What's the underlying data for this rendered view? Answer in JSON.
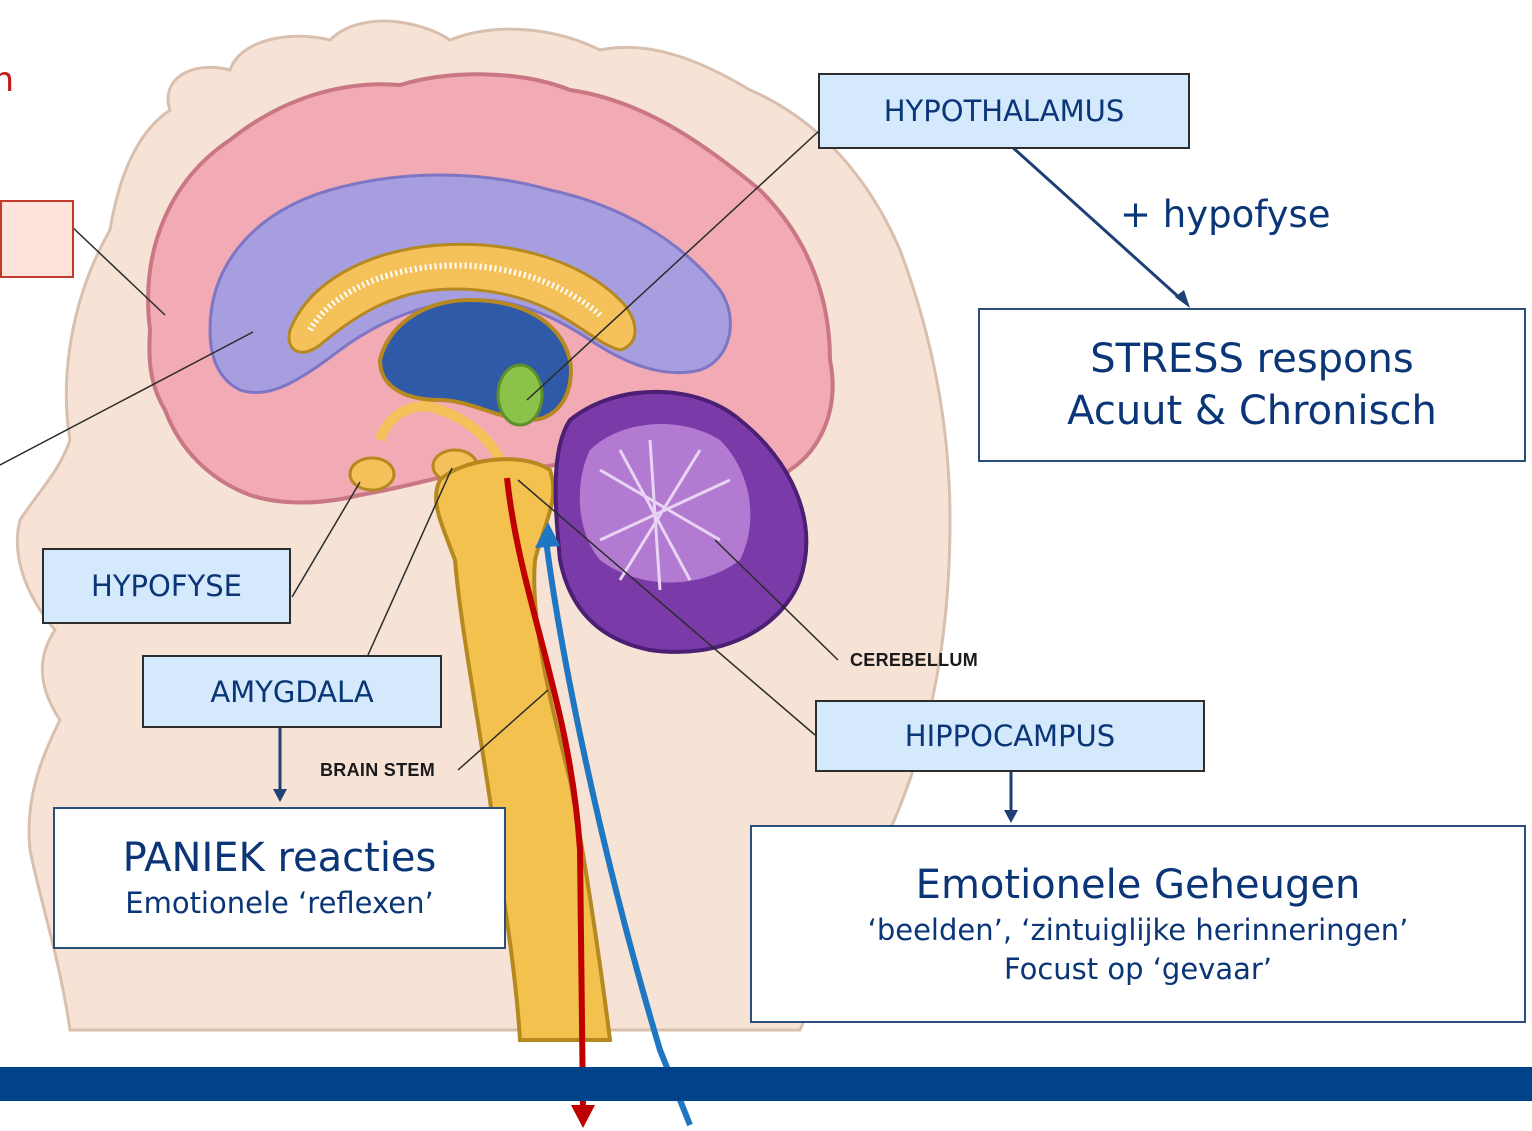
{
  "labels": {
    "hypothalamus": "HYPOTHALAMUS",
    "hypofyse": "HYPOFYSE",
    "amygdala": "AMYGDALA",
    "hippocampus": "HIPPOCAMPUS",
    "cerebellum": "CEREBELLUM",
    "brain_stem": "BRAIN STEM",
    "plus_hypofyse": "+ hypofyse",
    "partial_red_text": "n"
  },
  "outputs": {
    "stress": {
      "line1": "STRESS respons",
      "line2": "Acuut & Chronisch"
    },
    "paniek": {
      "line1": "PANIEK reacties",
      "line2": "Emotionele ‘reflexen’"
    },
    "geheugen": {
      "line1": "Emotionele Geheugen",
      "line2": "‘beelden’, ‘zintuiglijke herinneringen’",
      "line3": "Focust op ‘gevaar’"
    }
  },
  "colors": {
    "label_fill": "#d4e9fb",
    "text_blue": "#0a3577",
    "bottom_bar": "#00438b",
    "down_arrow": "#c00000",
    "up_arrow": "#1f77c4",
    "cortex": "#f2aab5",
    "cerebellum": "#7a3aa8",
    "brainstem": "#f2c14e"
  }
}
